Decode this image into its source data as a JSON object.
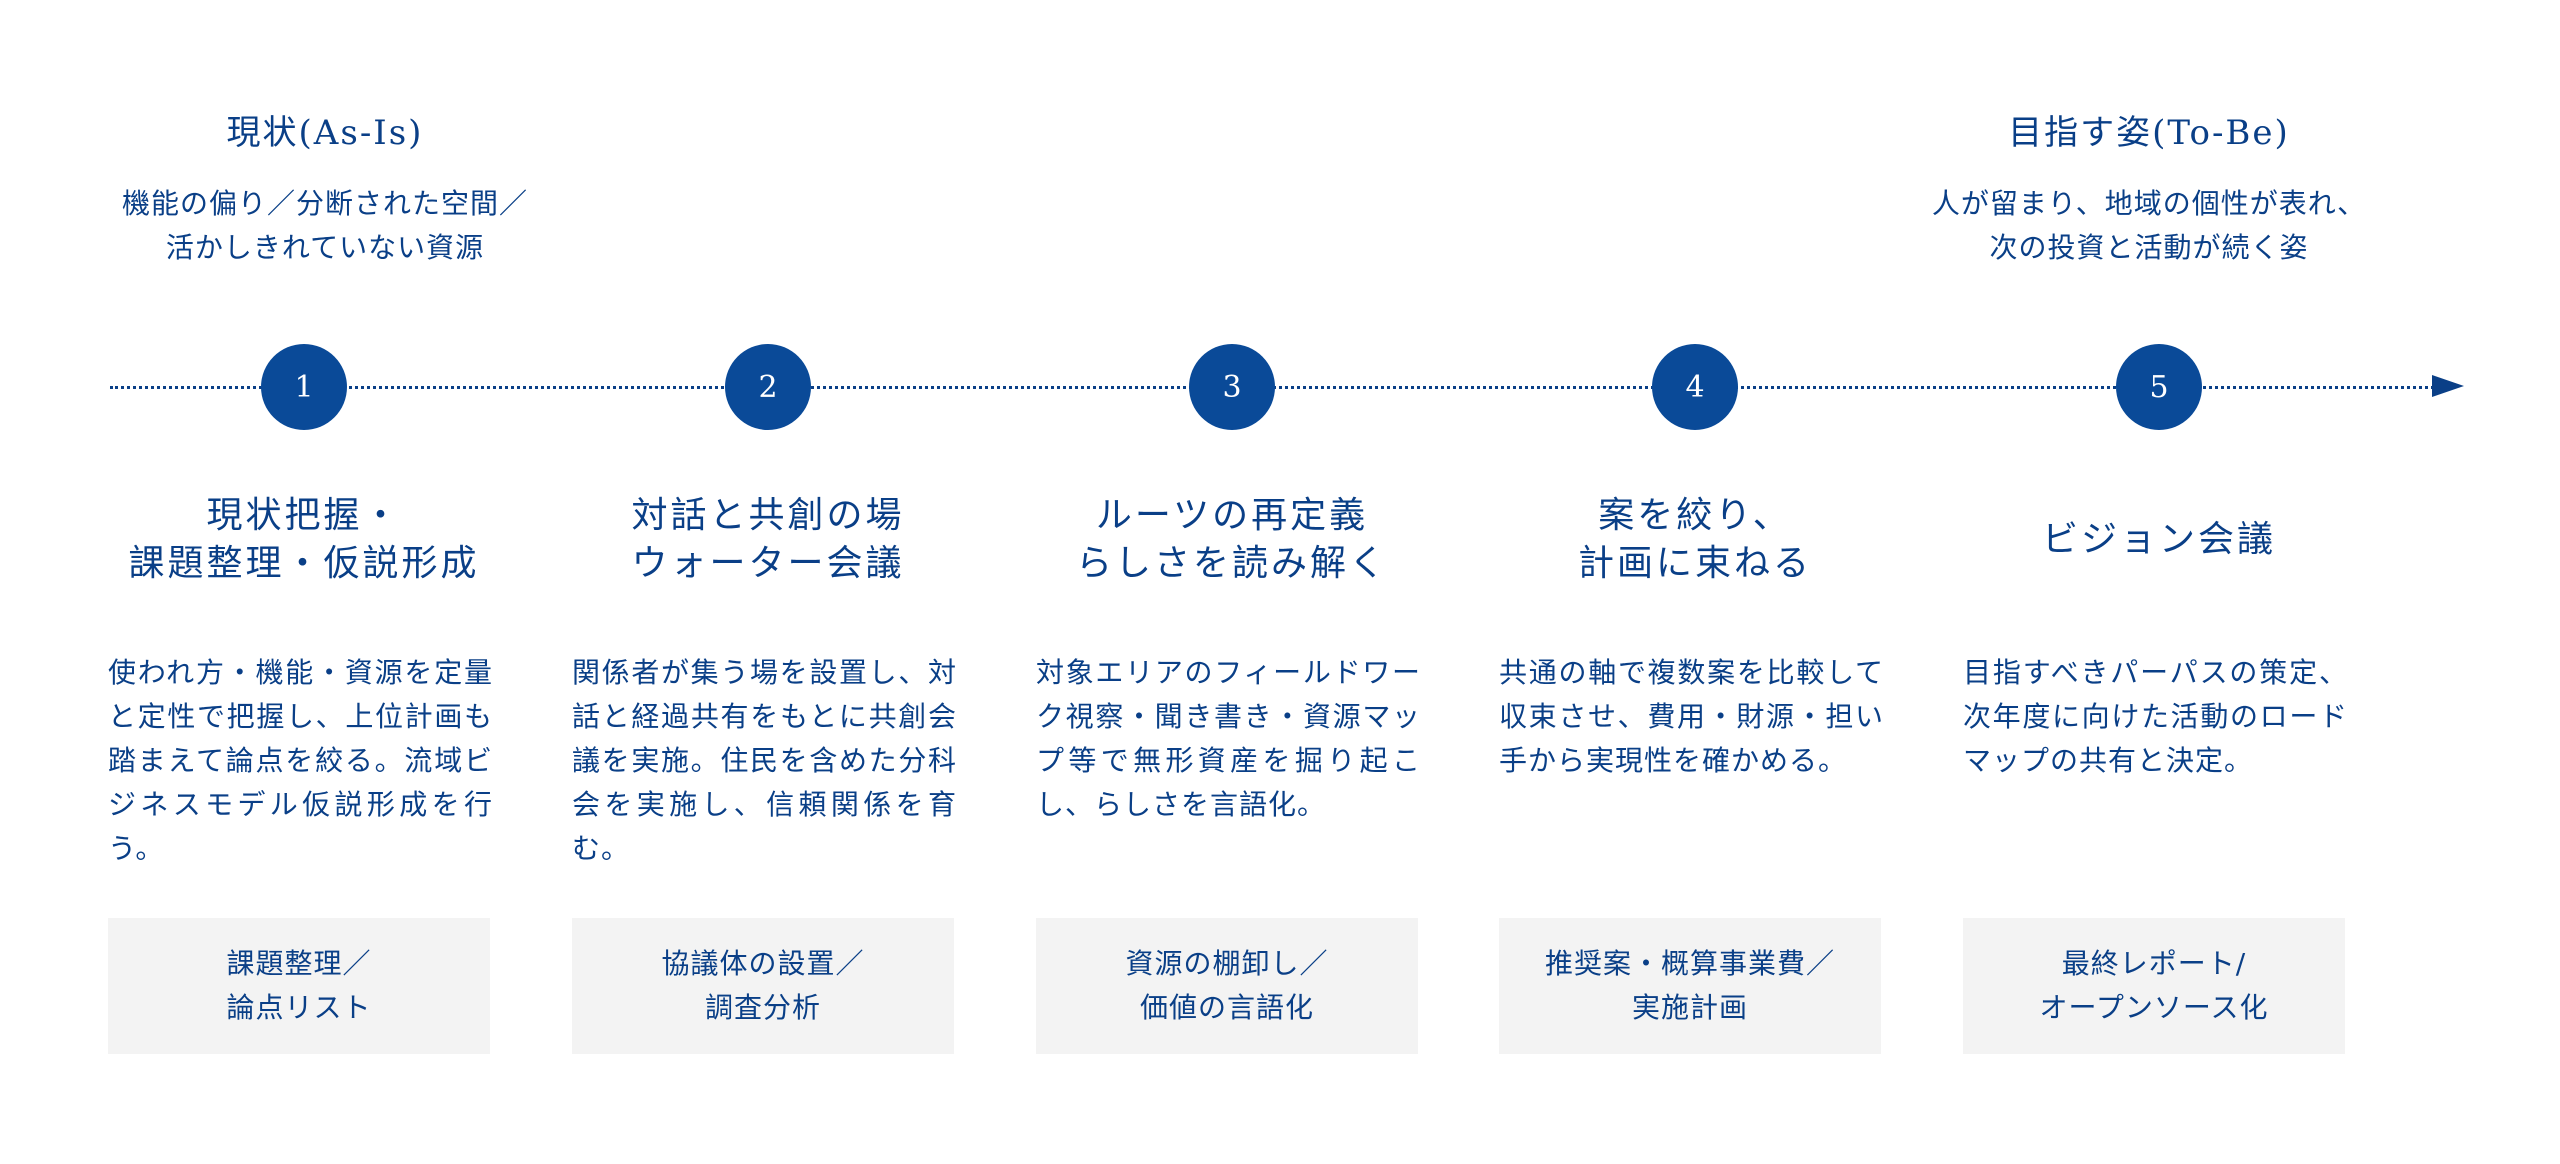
{
  "as_is": {
    "title": "現状(As-Is)",
    "desc": "機能の偏り／分断された空間／\n活かしきれていない資源"
  },
  "to_be": {
    "title": "目指す姿(To-Be)",
    "desc": "人が留まり、地域の個性が表れ、\n次の投資と活動が続く姿"
  },
  "steps": [
    {
      "num": "1",
      "title": "現状把握・\n課題整理・仮説形成",
      "desc": "使われ方・機能・資源を定量と定性で把握し、上位計画も踏まえて論点を絞る。流域ビジネスモデル仮説形成を行う。",
      "output": "課題整理／\n論点リスト"
    },
    {
      "num": "2",
      "title": "対話と共創の場\nウォーター会議",
      "desc": "関係者が集う場を設置し、対話と経過共有をもとに共創会議を実施。住民を含めた分科会を実施し、信頼関係を育む。",
      "output": "協議体の設置／\n調査分析"
    },
    {
      "num": "3",
      "title": "ルーツの再定義\nらしさを読み解く",
      "desc": "対象エリアのフィールドワーク視察・聞き書き・資源マップ等で無形資産を掘り起こし、らしさを言語化。",
      "output": "資源の棚卸し／\n価値の言語化"
    },
    {
      "num": "4",
      "title": "案を絞り、\n計画に束ねる",
      "desc": "共通の軸で複数案を比較して収束させ、費用・財源・担い手から実現性を確かめる。",
      "output": "推奨案・概算事業費／\n実施計画"
    },
    {
      "num": "5",
      "title": "ビジョン会議",
      "desc": "目指すべきパーパスの策定、次年度に向けた活動のロードマップの共有と決定。",
      "output": "最終レポート/\nオープンソース化"
    }
  ],
  "colors": {
    "accent": "#0a3f87",
    "node": "#0a4a98",
    "output_bg": "#f3f3f3"
  }
}
